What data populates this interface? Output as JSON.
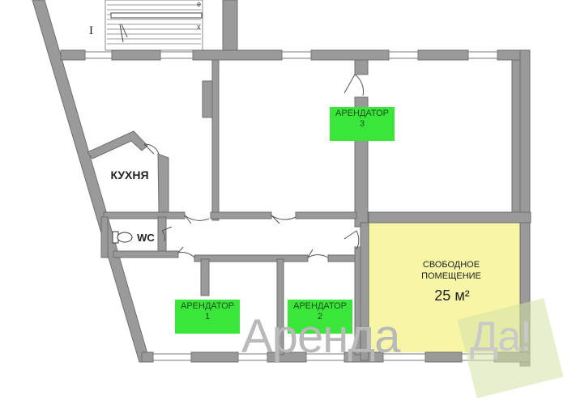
{
  "rooms": {
    "kitchen": "КУХНЯ",
    "wc": "WC",
    "tenant1": {
      "label": "АРЕНДАТОР",
      "number": "1"
    },
    "tenant2": {
      "label": "АРЕНДАТОР",
      "number": "2"
    },
    "tenant3": {
      "label": "АРЕНДАТОР",
      "number": "3"
    },
    "free": {
      "title": "СВОБОДНОЕ ПОМЕЩЕНИЕ",
      "area": "25 м²"
    }
  },
  "stair_mark": "I",
  "watermark": {
    "text": "Аренда",
    "badge": "Да!"
  },
  "colors": {
    "tenant": "#39e639",
    "free": "#f6f6a6",
    "wall": "#9a9a9a"
  }
}
